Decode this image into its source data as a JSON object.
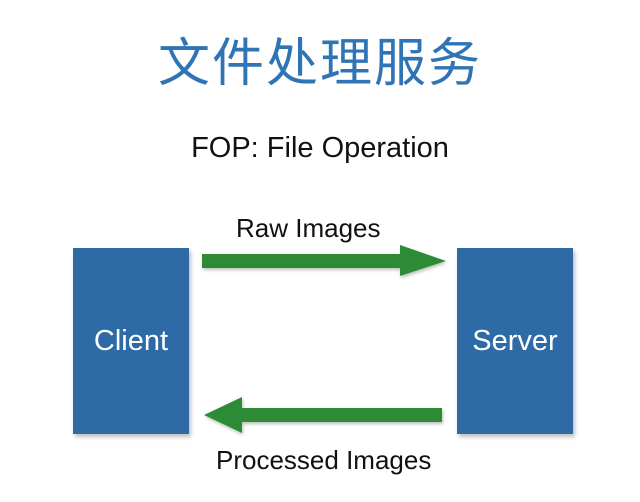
{
  "title": "文件处理服务",
  "subtitle": "FOP: File Operation",
  "nodes": {
    "client": "Client",
    "server": "Server"
  },
  "arrows": {
    "request_label": "Raw Images",
    "response_label": "Processed Images"
  },
  "colors": {
    "title": "#2f74b5",
    "box": "#2e6aa6",
    "arrow": "#2e8b36"
  }
}
